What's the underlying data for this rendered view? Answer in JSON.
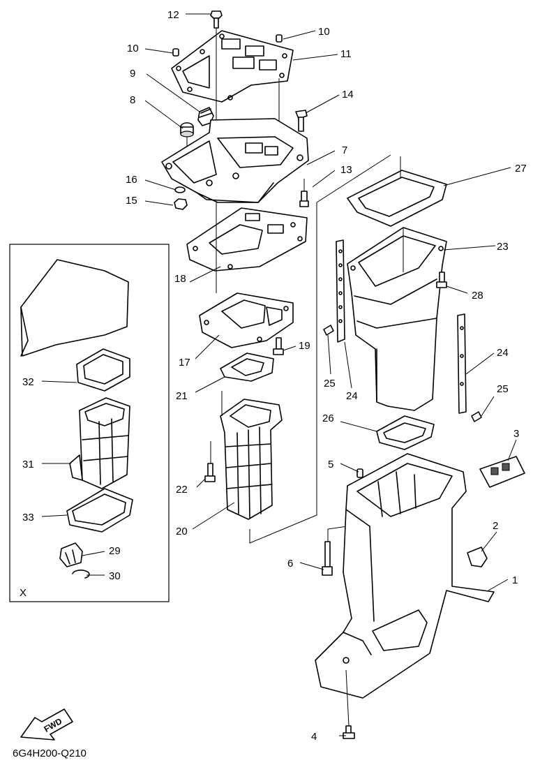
{
  "drawing_code": "6G4H200-Q210",
  "inset_label": "X",
  "fwd_label": "FWD",
  "callouts": [
    {
      "id": "c1",
      "text": "1"
    },
    {
      "id": "c2",
      "text": "2"
    },
    {
      "id": "c3",
      "text": "3"
    },
    {
      "id": "c4",
      "text": "4"
    },
    {
      "id": "c5",
      "text": "5"
    },
    {
      "id": "c6",
      "text": "6"
    },
    {
      "id": "c7",
      "text": "7"
    },
    {
      "id": "c8",
      "text": "8"
    },
    {
      "id": "c9",
      "text": "9"
    },
    {
      "id": "c10a",
      "text": "10"
    },
    {
      "id": "c10b",
      "text": "10"
    },
    {
      "id": "c11",
      "text": "11"
    },
    {
      "id": "c12",
      "text": "12"
    },
    {
      "id": "c13",
      "text": "13"
    },
    {
      "id": "c14",
      "text": "14"
    },
    {
      "id": "c15",
      "text": "15"
    },
    {
      "id": "c16",
      "text": "16"
    },
    {
      "id": "c17",
      "text": "17"
    },
    {
      "id": "c18",
      "text": "18"
    },
    {
      "id": "c19",
      "text": "19"
    },
    {
      "id": "c20",
      "text": "20"
    },
    {
      "id": "c21",
      "text": "21"
    },
    {
      "id": "c22",
      "text": "22"
    },
    {
      "id": "c23",
      "text": "23"
    },
    {
      "id": "c24a",
      "text": "24"
    },
    {
      "id": "c24b",
      "text": "24"
    },
    {
      "id": "c25a",
      "text": "25"
    },
    {
      "id": "c25b",
      "text": "25"
    },
    {
      "id": "c26",
      "text": "26"
    },
    {
      "id": "c27",
      "text": "27"
    },
    {
      "id": "c28",
      "text": "28"
    },
    {
      "id": "c29",
      "text": "29"
    },
    {
      "id": "c30",
      "text": "30"
    },
    {
      "id": "c31",
      "text": "31"
    },
    {
      "id": "c32",
      "text": "32"
    },
    {
      "id": "c33",
      "text": "33"
    }
  ]
}
